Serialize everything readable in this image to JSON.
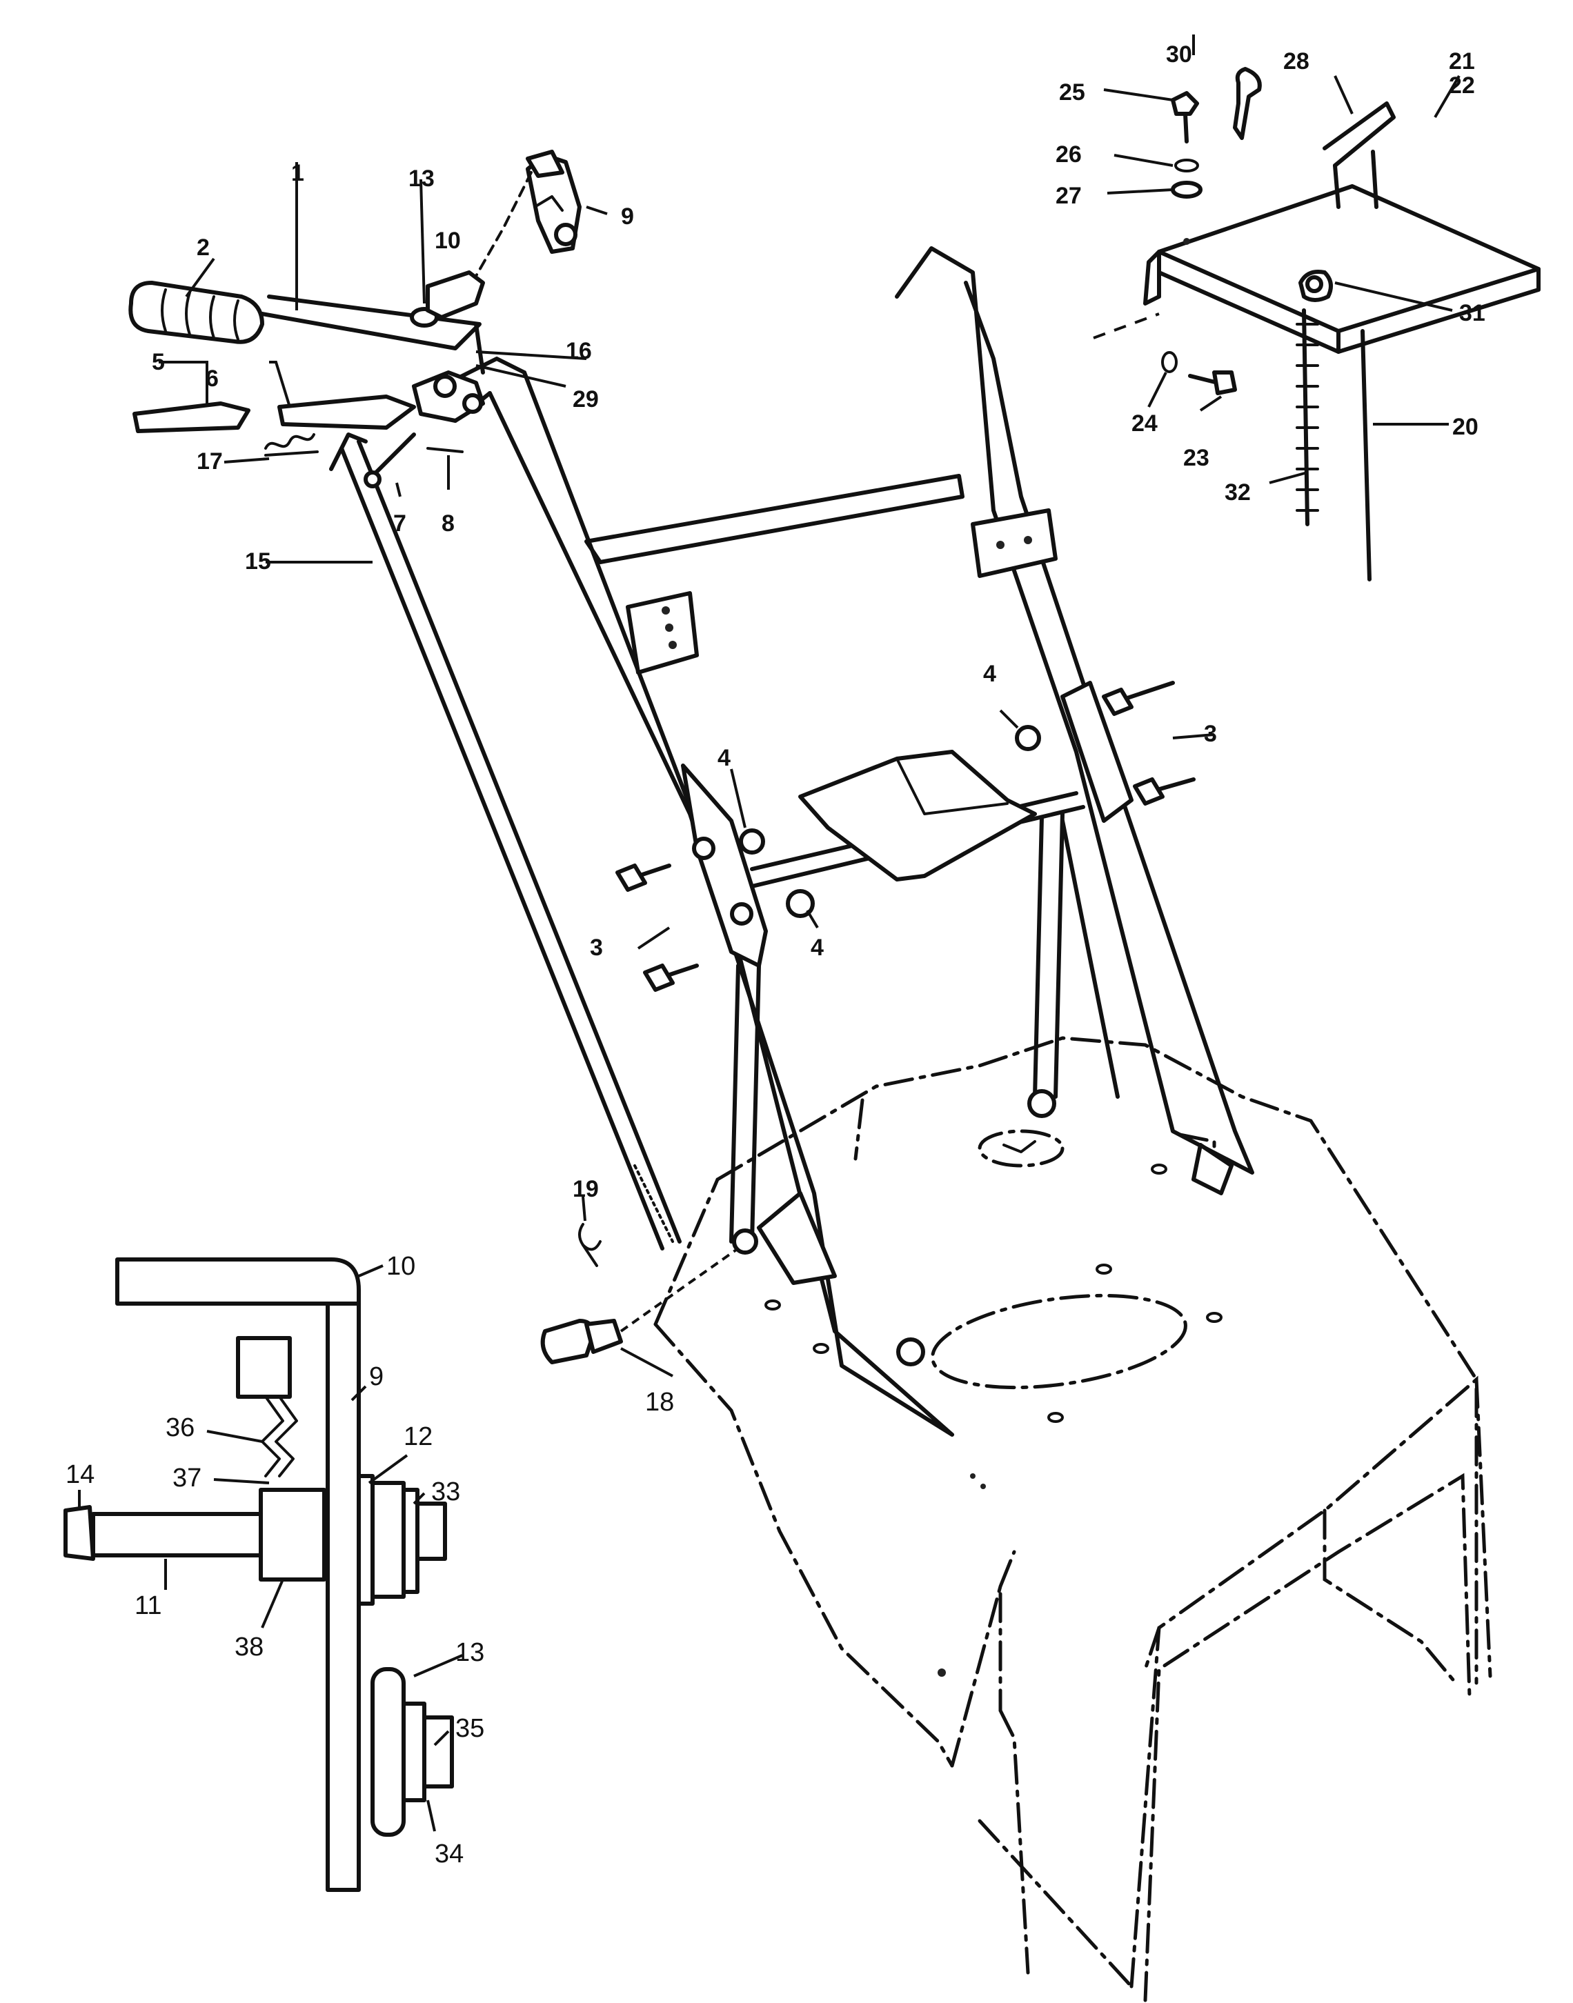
{
  "callouts": {
    "c1": "1",
    "c2": "2",
    "c3a": "3",
    "c3b": "3",
    "c4a": "4",
    "c4b": "4",
    "c4c": "4",
    "c5": "5",
    "c6": "6",
    "c7": "7",
    "c8": "8",
    "c9": "9",
    "c10": "10",
    "c13": "13",
    "c15": "15",
    "c16": "16",
    "c17": "17",
    "c18": "18",
    "c19": "19",
    "c20": "20",
    "c21": "21",
    "c22": "22",
    "c23": "23",
    "c24": "24",
    "c25": "25",
    "c26": "26",
    "c27": "27",
    "c28": "28",
    "c29": "29",
    "c30": "30",
    "c31": "31",
    "c32": "32"
  },
  "detail_callouts": {
    "d9": "9",
    "d10": "10",
    "d11": "11",
    "d12": "12",
    "d13": "13",
    "d14": "14",
    "d33": "33",
    "d34": "34",
    "d35": "35",
    "d36": "36",
    "d37": "37",
    "d38": "38"
  }
}
